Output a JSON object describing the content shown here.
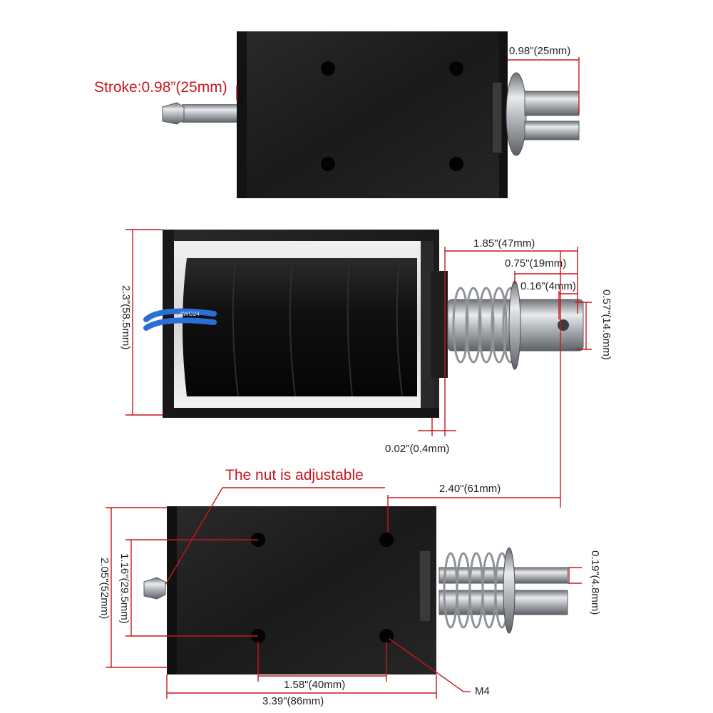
{
  "colors": {
    "dimension_line": "#c8161d",
    "callout_text": "#c8161d",
    "dimension_text": "#222222",
    "frame": "#1b1b1b",
    "coil": "#0c0c0c",
    "steel": "#b9bcc0",
    "wire": "#2b6fd6"
  },
  "views": {
    "top": {
      "stroke_label": "Stroke:0.98”(25mm)",
      "shaft_length_label": "0.98\"(25mm)"
    },
    "side": {
      "height_label": "2.3\"(58.5mm)",
      "shaft_total_label": "1.85\"(47mm)",
      "shaft_tip_label": "0.75\"(19mm)",
      "hole_offset_label": "0.16\"(4mm)",
      "shaft_diameter_label": "0.57\"(14.6mm)",
      "plate_thickness_label": "0.02\"(0.4mm)",
      "wire_print": "AWG24"
    },
    "bottom": {
      "nut_label": "The nut is adjustable",
      "overall_length_label": "2.40\"(61mm)",
      "height_label": "2.05\"(52mm)",
      "hole_spacing_v_label": "1.16\"(29.5mm)",
      "hole_spacing_h_label": "1.58\"(40mm)",
      "body_length_label": "3.39\"(86mm)",
      "slot_label": "0.19\"(4.8mm)",
      "thread_label": "M4"
    }
  }
}
